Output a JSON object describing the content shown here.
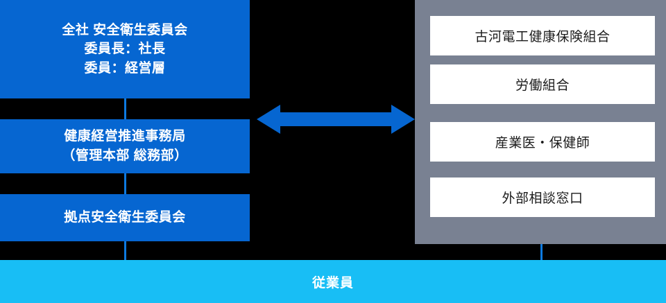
{
  "diagram": {
    "background_color": "#000000",
    "accent_blue": "#0666d1",
    "panel_gray": "#798192",
    "bar_cyan": "#18bef5",
    "left_column": {
      "boxes": [
        {
          "name": "company-wide-safety-health-committee",
          "lines": [
            "全社 安全衛生委員会",
            "委員長：社長",
            "委員：経営層"
          ]
        },
        {
          "name": "health-management-promotion-office",
          "lines": [
            "健康経営推進事務局",
            "（管理本部 総務部）"
          ]
        },
        {
          "name": "site-safety-health-committee",
          "lines": [
            "拠点安全衛生委員会"
          ]
        }
      ]
    },
    "link_arrow": {
      "name": "bidirectional-arrow",
      "direction": "both",
      "color": "#0666d1"
    },
    "right_panel": {
      "name": "stakeholder-panel",
      "items": [
        {
          "label": "古河電工健康保険組合"
        },
        {
          "label": "労働組合"
        },
        {
          "label": "産業医・保健師"
        },
        {
          "label": "外部相談窓口"
        }
      ]
    },
    "bottom_bar": {
      "name": "employees-bar",
      "label": "従業員"
    }
  }
}
